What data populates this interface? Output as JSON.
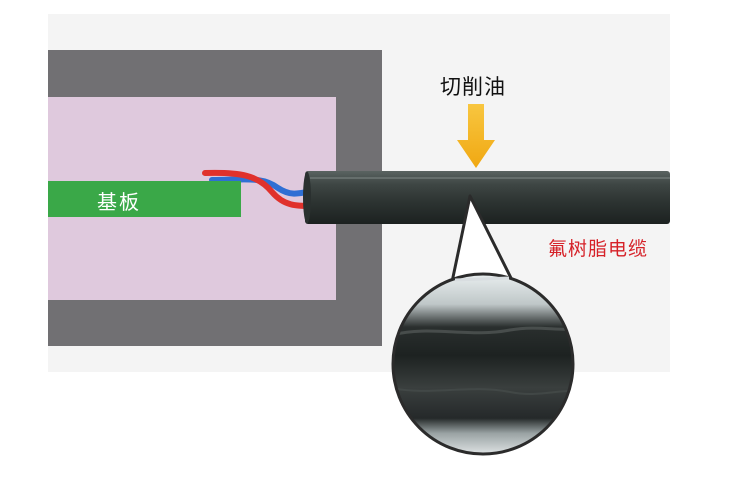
{
  "labels": {
    "board": "基板",
    "cutting_oil": "切削油",
    "cable": "氟树脂电缆"
  },
  "colors": {
    "background": "#f4f4f4",
    "housing": "#717073",
    "cavity": "#dfc9dd",
    "board": "#3aa848",
    "wire_red": "#e0312c",
    "wire_blue": "#2f6fd4",
    "cable": "#3a4240",
    "arrow": "#f3b21c",
    "cable_label": "#d62128"
  },
  "icons": {
    "arrow": "down-arrow-icon"
  }
}
